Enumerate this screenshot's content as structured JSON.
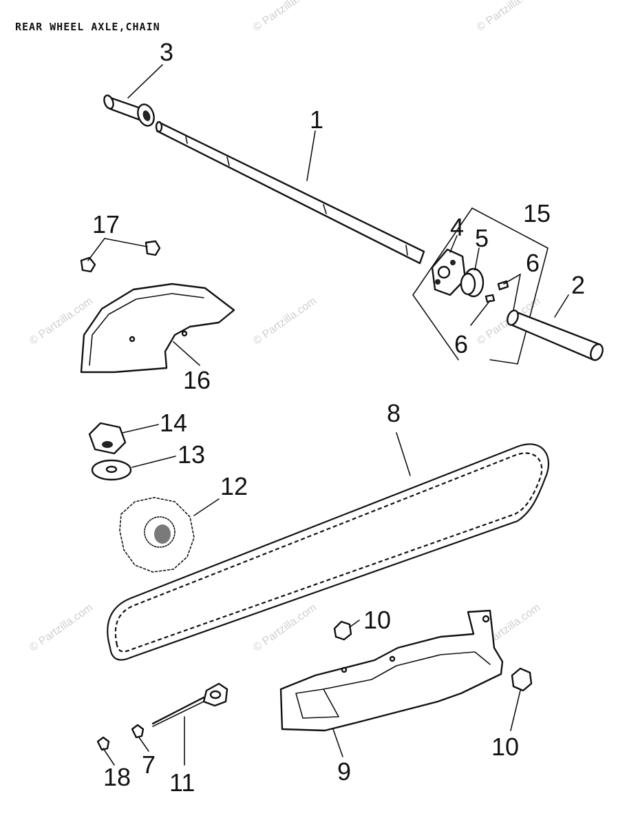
{
  "diagram": {
    "title": "REAR WHEEL AXLE,CHAIN",
    "watermark": "© Partzilla.com",
    "callouts": {
      "c1": "1",
      "c2": "2",
      "c3": "3",
      "c4": "4",
      "c5": "5",
      "c6a": "6",
      "c6b": "6",
      "c7": "7",
      "c8": "8",
      "c9": "9",
      "c10a": "10",
      "c10b": "10",
      "c11": "11",
      "c12": "12",
      "c13": "13",
      "c14": "14",
      "c15": "15",
      "c16": "16",
      "c17": "17",
      "c18": "18"
    }
  }
}
